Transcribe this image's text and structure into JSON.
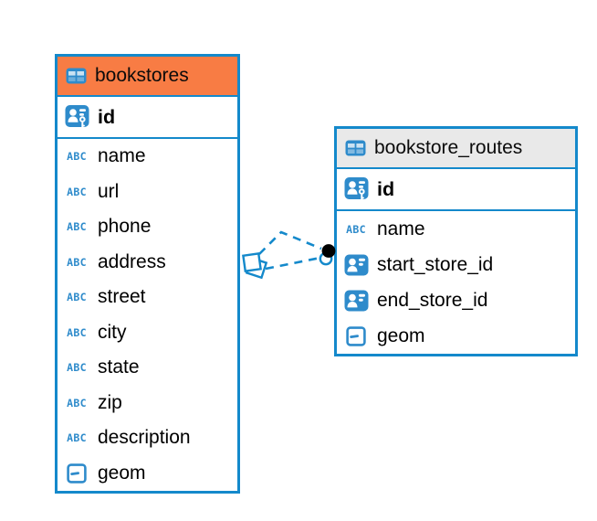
{
  "diagram": {
    "type": "entity-relationship",
    "tables": [
      {
        "name": "bookstores",
        "header_color": "#F87C44",
        "primary_key": {
          "label": "id",
          "icon": "person-key-icon"
        },
        "columns": [
          {
            "label": "name",
            "icon": "text-type-icon"
          },
          {
            "label": "url",
            "icon": "text-type-icon"
          },
          {
            "label": "phone",
            "icon": "text-type-icon"
          },
          {
            "label": "address",
            "icon": "text-type-icon"
          },
          {
            "label": "street",
            "icon": "text-type-icon"
          },
          {
            "label": "city",
            "icon": "text-type-icon"
          },
          {
            "label": "state",
            "icon": "text-type-icon"
          },
          {
            "label": "zip",
            "icon": "text-type-icon"
          },
          {
            "label": "description",
            "icon": "text-type-icon"
          },
          {
            "label": "geom",
            "icon": "geometry-type-icon"
          }
        ]
      },
      {
        "name": "bookstore_routes",
        "header_color": "#E9E9E9",
        "primary_key": {
          "label": "id",
          "icon": "person-key-icon"
        },
        "columns": [
          {
            "label": "name",
            "icon": "text-type-icon"
          },
          {
            "label": "start_store_id",
            "icon": "person-ref-icon"
          },
          {
            "label": "end_store_id",
            "icon": "person-ref-icon"
          },
          {
            "label": "geom",
            "icon": "geometry-type-icon"
          }
        ]
      }
    ],
    "relationship": {
      "from_table": "bookstore_routes",
      "to_table": "bookstores",
      "line_style": "dashed",
      "line_color": "#1489CB",
      "lines_count": 2
    },
    "icon_glyphs": {
      "abc": "ABC"
    },
    "colors": {
      "accent_blue": "#1489CB",
      "icon_blue": "#2E8BCB",
      "header_orange": "#F87C44",
      "header_gray": "#E9E9E9",
      "text": "#000000",
      "background": "#FFFFFF"
    }
  }
}
